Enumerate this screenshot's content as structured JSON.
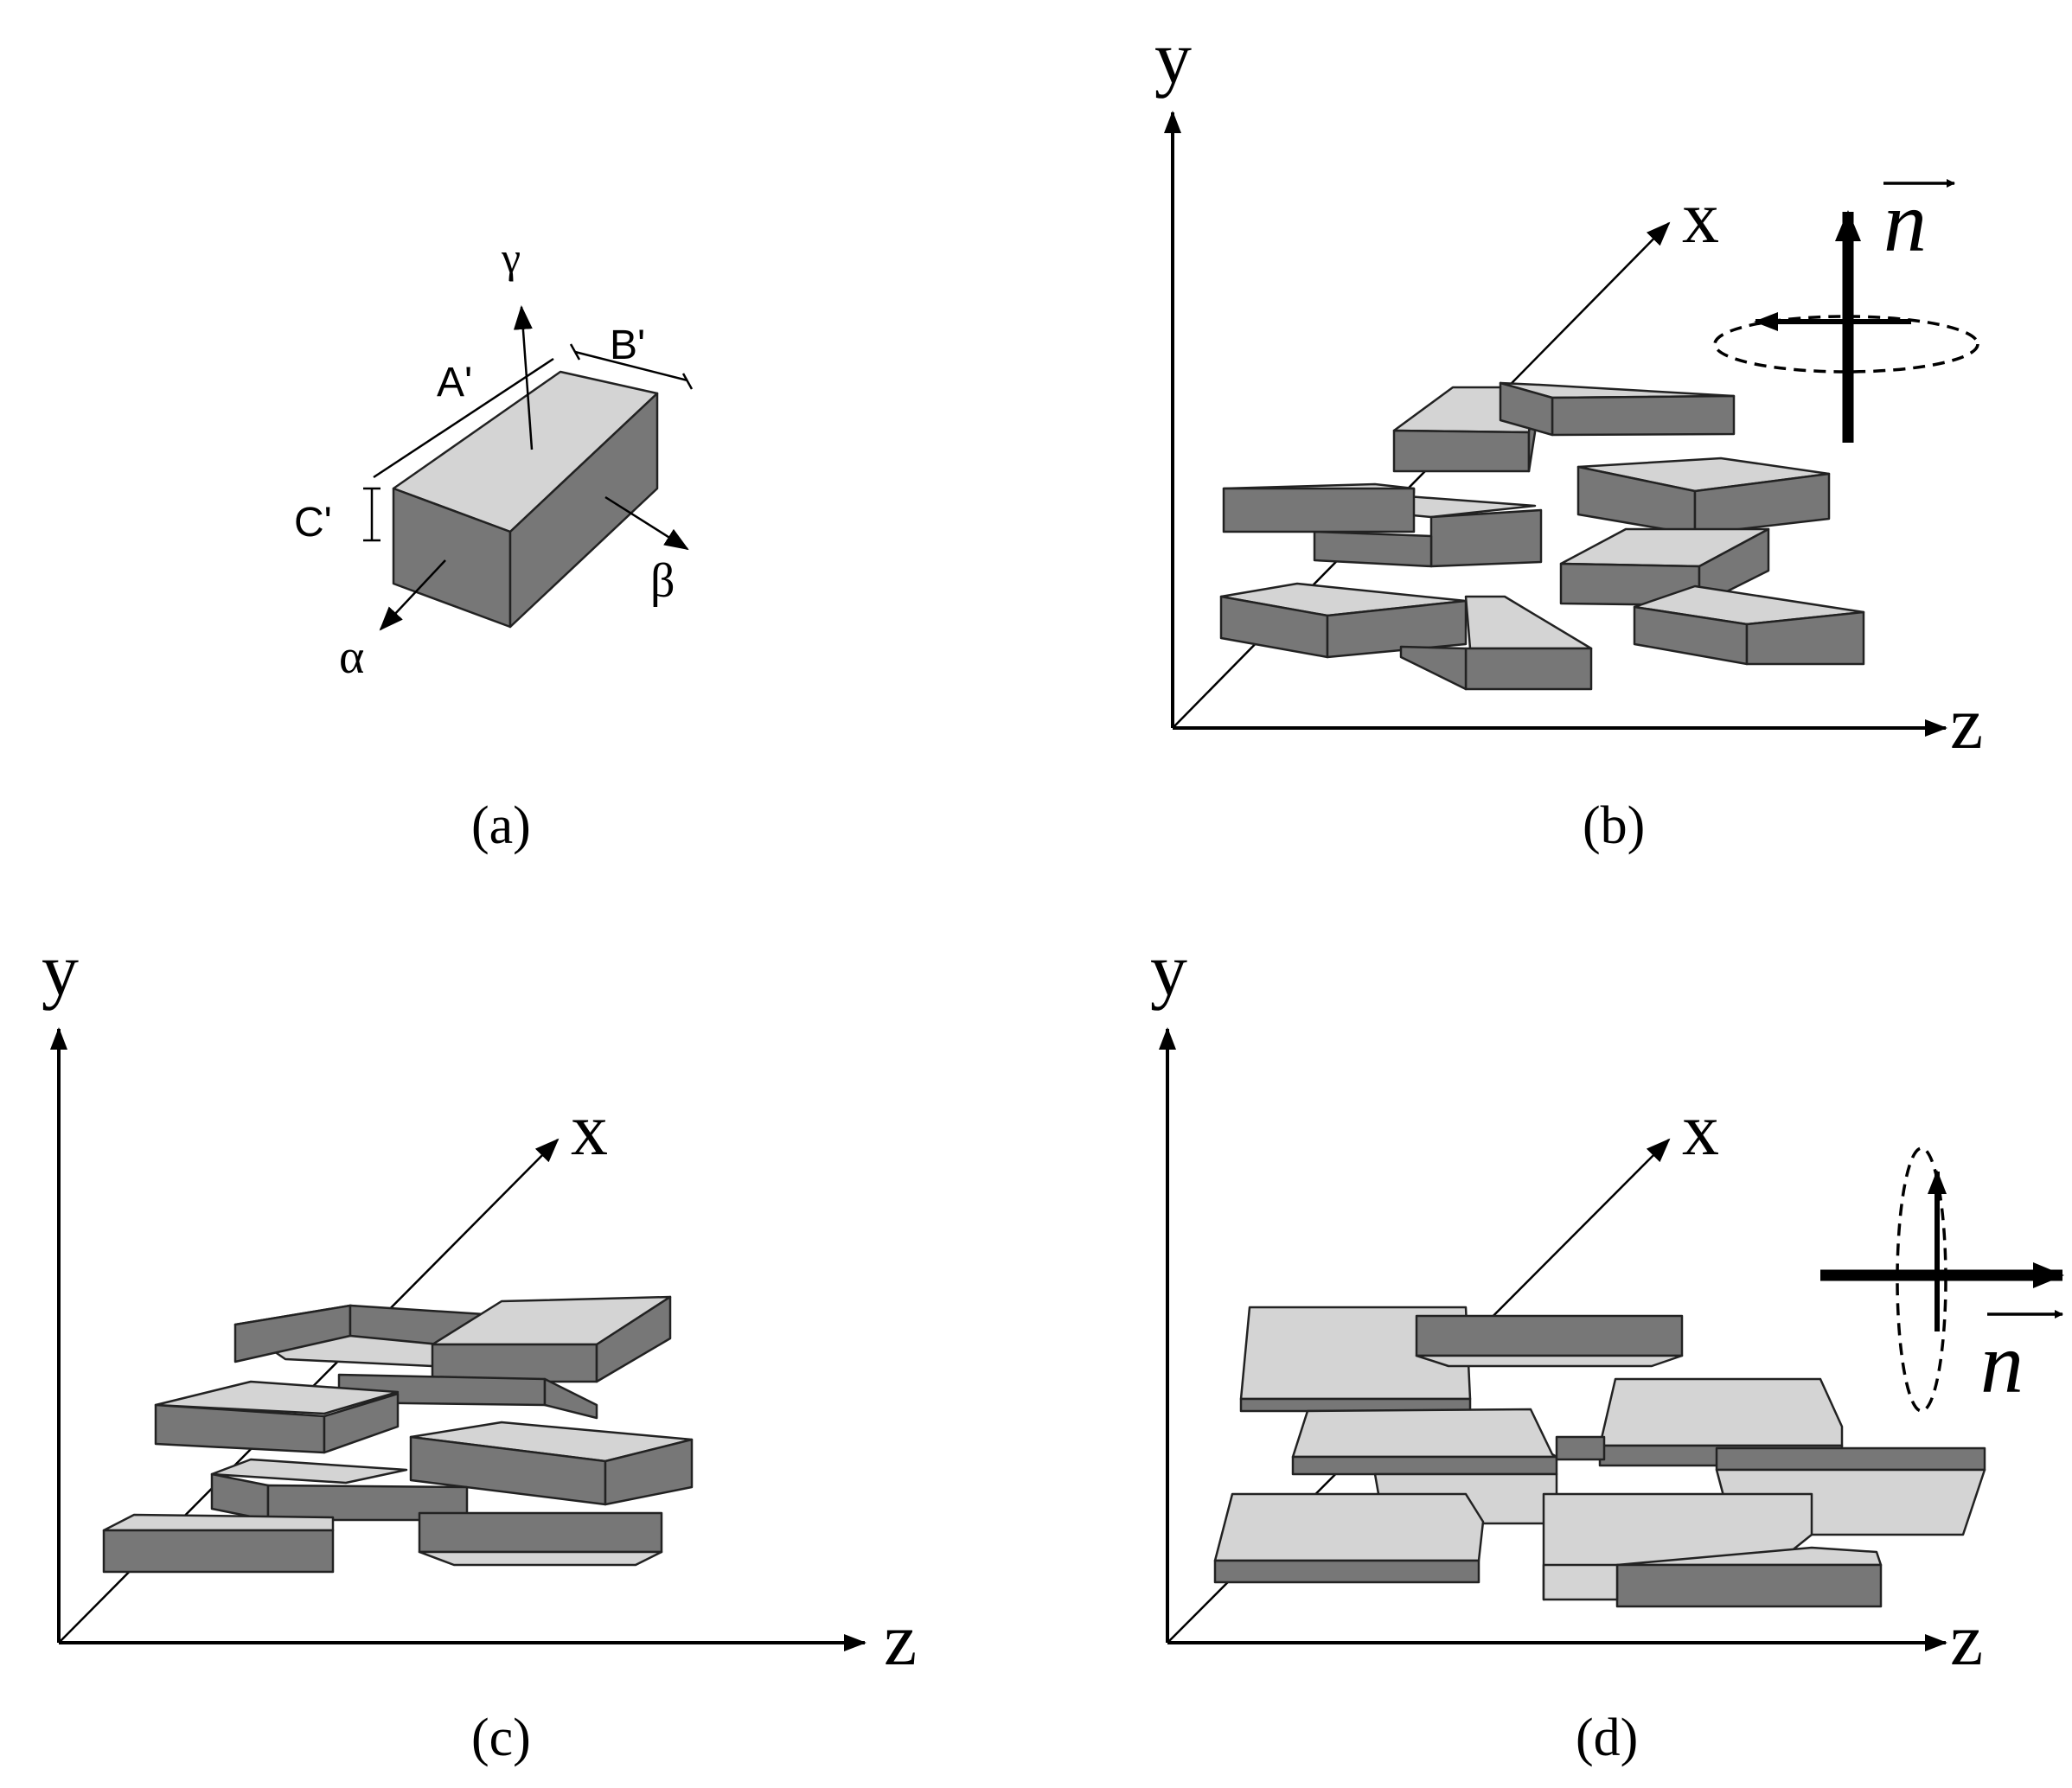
{
  "panels": {
    "a": {
      "caption": "(a)",
      "labels": {
        "gamma": "γ",
        "a_prime": "A'",
        "b_prime": "B'",
        "c_prime": "C'",
        "beta": "β",
        "alpha": "α"
      }
    },
    "b": {
      "caption": "(b)",
      "axes": {
        "y": "y",
        "x": "x",
        "z": "z"
      },
      "director": "n"
    },
    "c": {
      "caption": "(c)",
      "axes": {
        "y": "y",
        "x": "x",
        "z": "z"
      }
    },
    "d": {
      "caption": "(d)",
      "axes": {
        "y": "y",
        "x": "x",
        "z": "z"
      },
      "director": "n"
    }
  },
  "colors": {
    "top_face": "#d4d4d4",
    "side_face": "#777777",
    "outline": "#222222",
    "ink": "#000000"
  }
}
